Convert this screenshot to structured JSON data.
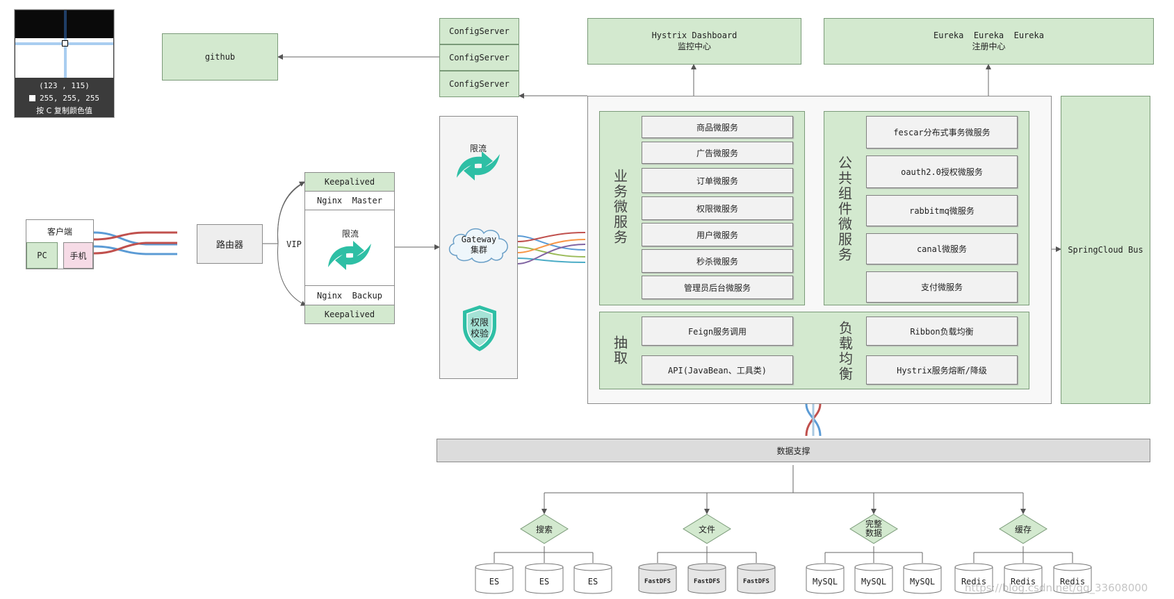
{
  "overlay": {
    "coords": "(123 , 115)",
    "rgb": "255, 255, 255",
    "hint": "按 C 复制颜色值"
  },
  "github": "github",
  "config_servers": [
    "ConfigServer",
    "ConfigServer",
    "ConfigServer"
  ],
  "hystrix": {
    "line1": "Hystrix Dashboard",
    "line2": "监控中心"
  },
  "eureka": {
    "line1": "Eureka  Eureka  Eureka",
    "line2": "注册中心"
  },
  "client": {
    "title": "客户端",
    "pc": "PC",
    "mobile": "手机"
  },
  "router": "路由器",
  "vip": "VIP",
  "nginx": {
    "keepalived_top": "Keepalived",
    "master": "Nginx  Master",
    "limit": "限流",
    "backup": "Nginx  Backup",
    "keepalived_bottom": "Keepalived"
  },
  "gateway": {
    "limit": "限流",
    "cloud_line1": "Gateway",
    "cloud_line2": "集群",
    "auth_line1": "权限",
    "auth_line2": "校验"
  },
  "business": {
    "label": "业务微服务",
    "services": [
      "商品微服务",
      "广告微服务",
      "订单微服务",
      "权限微服务",
      "用户微服务",
      "秒杀微服务",
      "管理员后台微服务"
    ]
  },
  "common": {
    "label": "公共组件微服务",
    "services": [
      "fescar分布式事务微服务",
      "oauth2.0授权微服务",
      "rabbitmq微服务",
      "canal微服务",
      "支付微服务"
    ]
  },
  "extract": {
    "label": "抽取",
    "items": [
      "Feign服务调用",
      "API(JavaBean、工具类)"
    ]
  },
  "balance": {
    "label": "负载均衡",
    "items": [
      "Ribbon负载均衡",
      "Hystrix服务熔断/降级"
    ]
  },
  "bus": "SpringCloud Bus",
  "data_support": "数据支撑",
  "categories": [
    {
      "label": "搜索",
      "dbs": [
        "ES",
        "ES",
        "ES"
      ]
    },
    {
      "label": "文件",
      "dbs": [
        "FastDFS",
        "FastDFS",
        "FastDFS"
      ]
    },
    {
      "label": "完整数据",
      "dbs": [
        "MySQL",
        "MySQL",
        "MySQL"
      ]
    },
    {
      "label": "缓存",
      "dbs": [
        "Redis",
        "Redis",
        "Redis"
      ]
    }
  ],
  "watermark": "https://blog.csdn.net/qq_33608000"
}
